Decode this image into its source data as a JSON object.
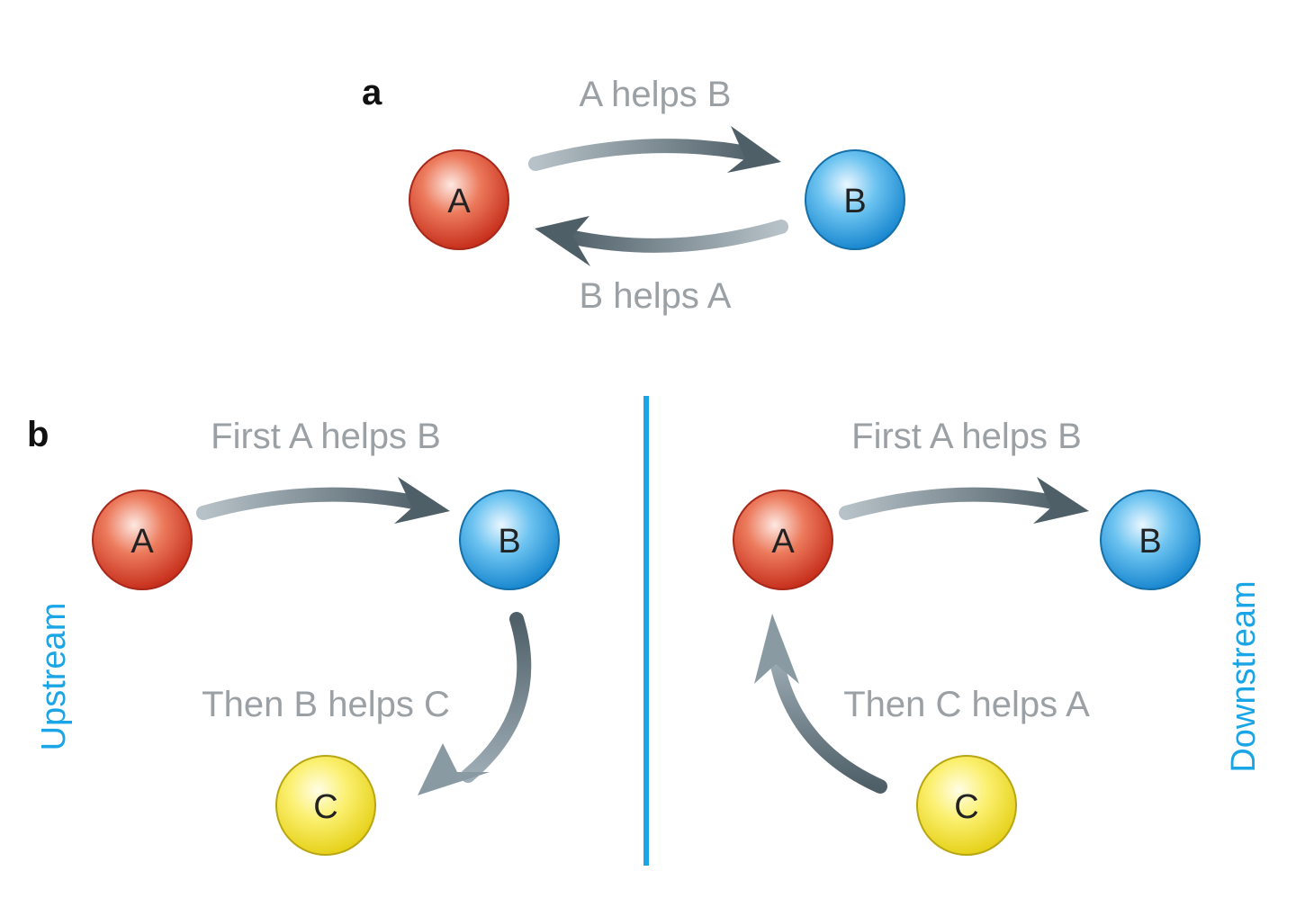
{
  "panels": {
    "a": {
      "letter": "a",
      "caption_top": "A helps B",
      "caption_bottom": "B helps A",
      "nodes": {
        "A": "A",
        "B": "B"
      }
    },
    "b": {
      "letter": "b",
      "upstream": {
        "side_label": "Upstream",
        "caption_top": "First A helps B",
        "caption_bottom": "Then B helps C",
        "nodes": {
          "A": "A",
          "B": "B",
          "C": "C"
        }
      },
      "downstream": {
        "side_label": "Downstream",
        "caption_top": "First A helps B",
        "caption_bottom": "Then C helps A",
        "nodes": {
          "A": "A",
          "B": "B",
          "C": "C"
        }
      }
    }
  },
  "colors": {
    "node_A": "#d9432e",
    "node_B": "#2f9fe0",
    "node_C": "#f2e22a",
    "arrow": "#5d6d76",
    "divider": "#1aa6e6",
    "side_label": "#1aa6e6",
    "caption": "#9aa0a4"
  }
}
